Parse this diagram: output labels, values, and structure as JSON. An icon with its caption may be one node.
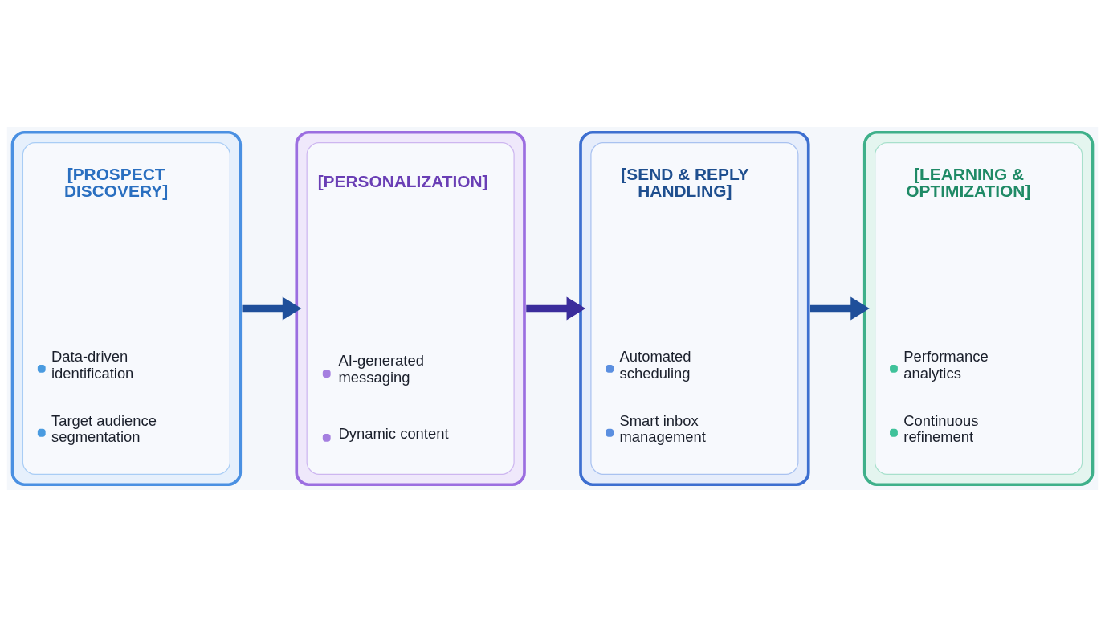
{
  "diagram": {
    "nodes": [
      {
        "text": [
          "[PROSPECT DISCOVERY]",
          "Data-driven identification",
          "Target audience segmentation"
        ]
      },
      {
        "text": [
          "[PERSONALIZATION]",
          "AI-generated messaging",
          "Dynamic content"
        ]
      },
      {
        "text": [
          "[SEND & REPLY HANDLING]",
          "Automated scheduling",
          "Smart inbox management"
        ]
      },
      {
        "text": [
          "[LEARNING & OPTIMIZATION]",
          "Performance analytics",
          "Continuous refinement"
        ]
      }
    ],
    "edges": [
      {
        "from": 0,
        "to": 1,
        "arrow": "to"
      },
      {
        "from": 1,
        "to": 2,
        "arrow": "to",
        "color": "#3b2d9c"
      },
      {
        "from": 2,
        "to": 3,
        "arrow": "to"
      }
    ]
  }
}
